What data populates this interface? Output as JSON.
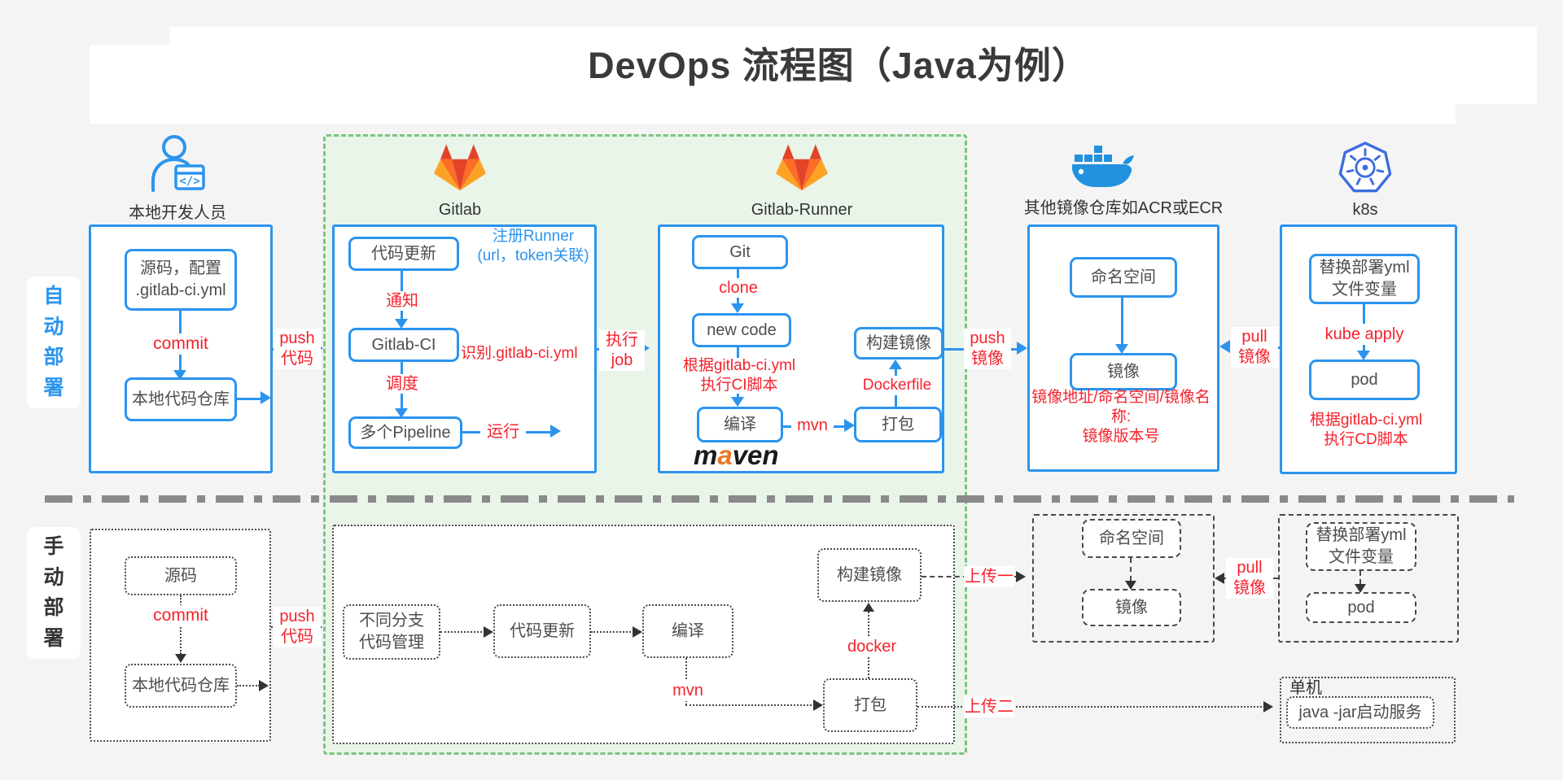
{
  "title": "DevOps 流程图（Java为例）",
  "side_labels": {
    "auto": "自\n动\n部\n署",
    "manual": "手\n动\n部\n署"
  },
  "actors": {
    "developer": "本地开发人员",
    "gitlab": "Gitlab",
    "gitlab_runner": "Gitlab-Runner",
    "registry": "其他镜像仓库如ACR或ECR",
    "k8s": "k8s"
  },
  "icons": {
    "developer": "person-code-icon",
    "gitlab": "gitlab-fox-icon",
    "gitlab_runner": "gitlab-fox-icon",
    "registry": "docker-whale-icon",
    "k8s": "kubernetes-wheel-icon"
  },
  "auto": {
    "source_box": "源码，配置\n.gitlab-ci.yml",
    "commit": "commit",
    "local_repo": "本地代码仓库",
    "push_code": "push\n代码",
    "code_update": "代码更新",
    "notify": "通知",
    "gitlab_ci": "Gitlab-CI",
    "register_runner": "注册Runner\n(url，token关联)",
    "recognize": "识别.gitlab-ci.yml",
    "schedule": "调度",
    "pipelines": "多个Pipeline",
    "run": "运行",
    "exec_job": "执行\njob",
    "git": "Git",
    "clone": "clone",
    "new_code": "new code",
    "ci_script_note": "根据gitlab-ci.yml\n执行CI脚本",
    "compile": "编译",
    "mvn": "mvn",
    "package": "打包",
    "dockerfile": "Dockerfile",
    "build_image": "构建镜像",
    "maven_m": "m",
    "maven_a": "a",
    "maven_ven": "ven",
    "push_image": "push\n镜像",
    "namespace": "命名空间",
    "image": "镜像",
    "registry_note": "镜像地址/命名空间/镜像名称:\n镜像版本号",
    "pull_image": "pull\n镜像",
    "replace_yml": "替换部署yml\n文件变量",
    "kube_apply": "kube apply",
    "pod": "pod",
    "cd_script_note": "根据gitlab-ci.yml\n执行CD脚本"
  },
  "manual": {
    "source": "源码",
    "commit": "commit",
    "local_repo": "本地代码仓库",
    "push_code": "push\n代码",
    "branch_mgmt": "不同分支\n代码管理",
    "code_update": "代码更新",
    "compile": "编译",
    "mvn": "mvn",
    "package": "打包",
    "docker": "docker",
    "build_image": "构建镜像",
    "upload_1": "上传一",
    "upload_2": "上传二",
    "namespace": "命名空间",
    "image": "镜像",
    "pull_image": "pull\n镜像",
    "replace_yml": "替换部署yml\n文件变量",
    "pod": "pod",
    "standalone": "单机",
    "java_jar": "java -jar启动服务"
  },
  "colors": {
    "blue": "#2b94ee",
    "red": "#f5222d",
    "green_border": "#7ac47e",
    "green_fill": "#e9f5e9",
    "divider_gray": "#8a8a8a",
    "background": "#f4f4f4",
    "gitlab_red": "#e24329",
    "gitlab_orange": "#fc6d26",
    "gitlab_yellow": "#fca326",
    "docker_blue": "#2291e0",
    "k8s_blue": "#3e6ce0",
    "maven_orange": "#ea7826"
  }
}
